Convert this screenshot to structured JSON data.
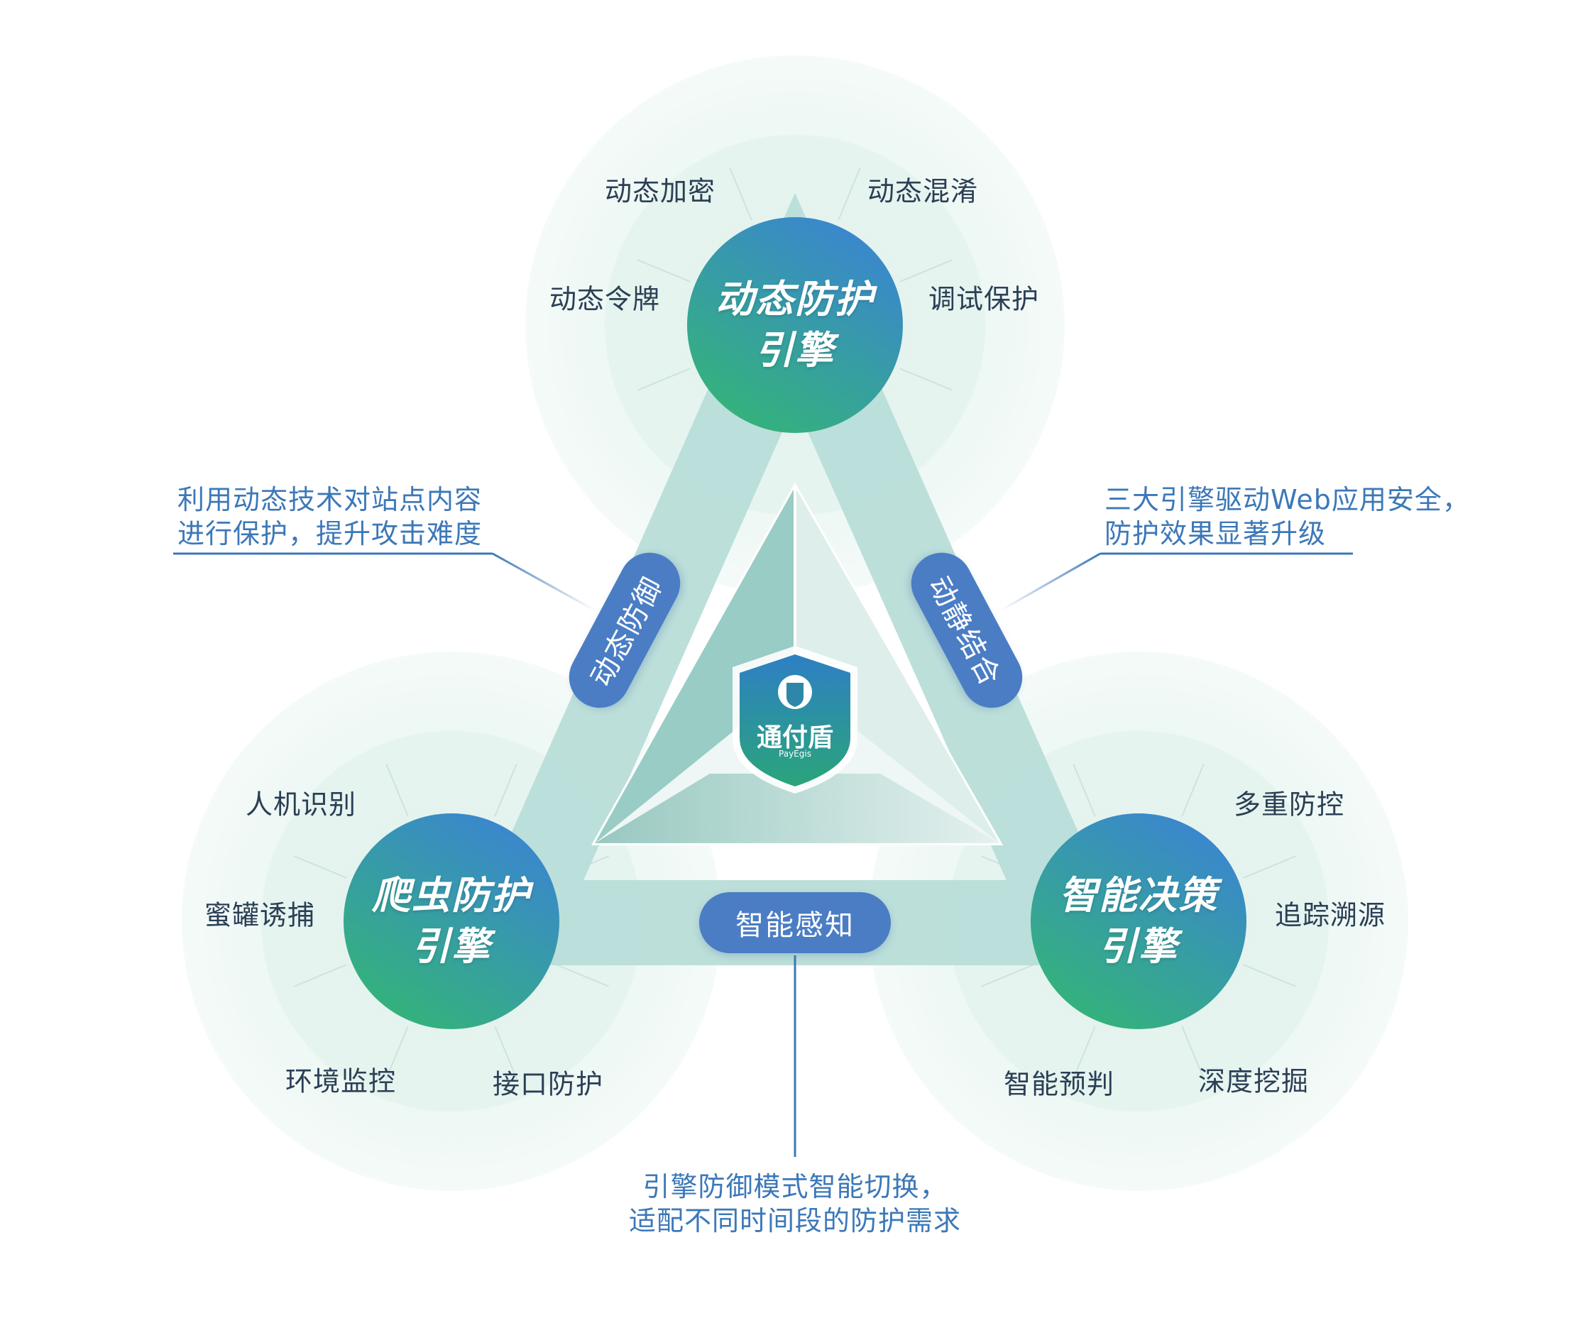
{
  "engines": [
    {
      "id": "dynamic",
      "title_line1": "动态防护",
      "title_line2": "引擎",
      "features": [
        "动态加密",
        "动态混淆",
        "动态令牌",
        "调试保护"
      ]
    },
    {
      "id": "crawler",
      "title_line1": "爬虫防护",
      "title_line2": "引擎",
      "features": [
        "人机识别",
        "蜜罐诱捕",
        "环境监控",
        "接口防护"
      ]
    },
    {
      "id": "decision",
      "title_line1": "智能决策",
      "title_line2": "引擎",
      "features": [
        "多重防控",
        "追踪溯源",
        "深度挖掘",
        "智能预判"
      ]
    }
  ],
  "pills": {
    "left": "动态防御",
    "right": "动静结合",
    "bottom": "智能感知"
  },
  "callouts": {
    "left_line1": "利用动态技术对站点内容",
    "left_line2": "进行保护，提升攻击难度",
    "right_line1": "三大引擎驱动Web应用安全，",
    "right_line2": "防护效果显著升级",
    "bottom_line1": "引擎防御模式智能切换，",
    "bottom_line2": "适配不同时间段的防护需求"
  },
  "logo": {
    "name": "通付盾",
    "sub": "PayEgis"
  },
  "colors": {
    "engine_gradient_top": "#3a86cf",
    "engine_gradient_bottom": "#34b27c",
    "pill": "#4a7dc4",
    "callout_text": "#3c78b8",
    "label_text": "#2b3f55",
    "triangle_frame": "#b8ddd8",
    "halo": "#e6f4f0",
    "shield": "#2aa57a"
  }
}
